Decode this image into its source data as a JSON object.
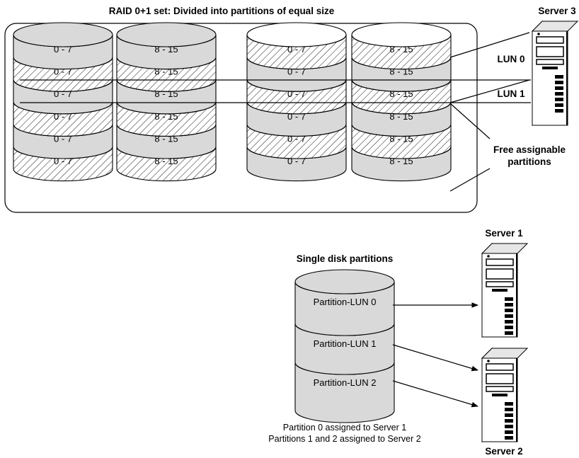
{
  "title": "RAID 0+1 set: Divided into partitions of equal size",
  "raid": {
    "disks": [
      {
        "segments": [
          "0 - 7",
          "0 - 7",
          "0 - 7",
          "0 - 7",
          "0 - 7",
          "0 - 7"
        ],
        "hatched": [
          false,
          true,
          false,
          true,
          false,
          true
        ]
      },
      {
        "segments": [
          "8 - 15",
          "8 - 15",
          "8 - 15",
          "8 - 15",
          "8 - 15",
          "8 - 15"
        ],
        "hatched": [
          false,
          true,
          false,
          true,
          false,
          true
        ]
      },
      {
        "segments": [
          "0 - 7",
          "0 - 7",
          "0 - 7",
          "0 - 7",
          "0 - 7",
          "0 - 7"
        ],
        "hatched": [
          true,
          false,
          true,
          false,
          true,
          false
        ]
      },
      {
        "segments": [
          "8 - 15",
          "8 - 15",
          "8 - 15",
          "8 - 15",
          "8 - 15",
          "8 - 15"
        ],
        "hatched": [
          true,
          false,
          true,
          false,
          true,
          false
        ]
      }
    ],
    "luns": [
      "LUN 0",
      "LUN 1"
    ],
    "free_label_line1": "Free assignable",
    "free_label_line2": "partitions"
  },
  "servers": {
    "server3": "Server 3",
    "server1": "Server 1",
    "server2": "Server 2"
  },
  "single": {
    "title": "Single disk partitions",
    "partitions": [
      "Partition-LUN 0",
      "Partition-LUN 1",
      "Partition-LUN 2"
    ],
    "caption_line1": "Partition 0 assigned to Server 1",
    "caption_line2": "Partitions 1 and 2 assigned to Server 2"
  },
  "colors": {
    "disk_fill": "#d9d9d9",
    "line": "#000000",
    "background": "#ffffff"
  }
}
